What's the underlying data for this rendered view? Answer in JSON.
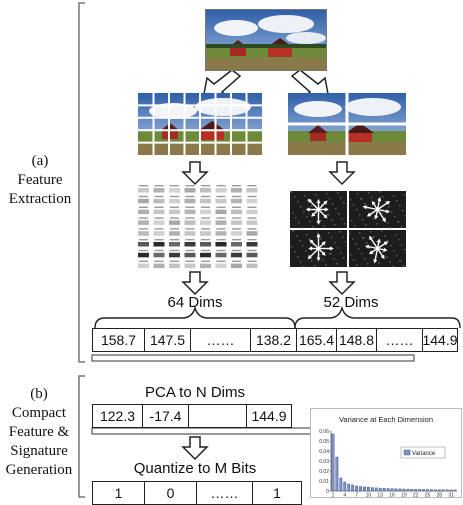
{
  "section_a": {
    "label_letter": "(a)",
    "label_line1": "Feature",
    "label_line2": "Extraction"
  },
  "section_b": {
    "label_letter": "(b)",
    "label_line1": "Compact",
    "label_line2": "Feature &",
    "label_line3": "Signature",
    "label_line4": "Generation"
  },
  "dims": {
    "left": "64 Dims",
    "right": "52 Dims"
  },
  "feature_row": [
    "158.7",
    "147.5",
    "……",
    "138.2",
    "165.4",
    "148.8",
    "……",
    "144.9"
  ],
  "pca": {
    "caption": "PCA to N Dims",
    "values": [
      "122.3",
      "-17.4",
      "",
      "144.9"
    ]
  },
  "quantize": {
    "caption": "Quantize to M Bits",
    "values": [
      "1",
      "0",
      "……",
      "1"
    ]
  },
  "chart_data": {
    "type": "bar",
    "title": "Variance at Each Dimension",
    "legend": [
      "Variance"
    ],
    "legend_position": "right",
    "y_ticks": [
      "0",
      "0.01",
      "0.02",
      "0.03",
      "0.04",
      "0.05",
      "0.06"
    ],
    "x_ticks": [
      "1",
      "4",
      "7",
      "10",
      "13",
      "16",
      "19",
      "22",
      "25",
      "28",
      "31"
    ],
    "ylim": [
      0,
      0.06
    ],
    "categories": [
      1,
      2,
      3,
      4,
      5,
      6,
      7,
      8,
      9,
      10,
      11,
      12,
      13,
      14,
      15,
      16,
      17,
      18,
      19,
      20,
      21,
      22,
      23,
      24,
      25,
      26,
      27,
      28,
      29,
      30,
      31,
      32
    ],
    "series": [
      {
        "name": "Variance",
        "values": [
          0.057,
          0.034,
          0.013,
          0.009,
          0.007,
          0.006,
          0.005,
          0.0045,
          0.004,
          0.0037,
          0.0034,
          0.0031,
          0.0029,
          0.0027,
          0.0025,
          0.0024,
          0.0022,
          0.0021,
          0.002,
          0.0019,
          0.0018,
          0.0017,
          0.0016,
          0.0015,
          0.0015,
          0.0014,
          0.0013,
          0.0013,
          0.0012,
          0.0012,
          0.0011,
          0.0011
        ]
      }
    ],
    "colors": {
      "bar": "#7f93c8",
      "bar_edge": "#33437a"
    }
  }
}
